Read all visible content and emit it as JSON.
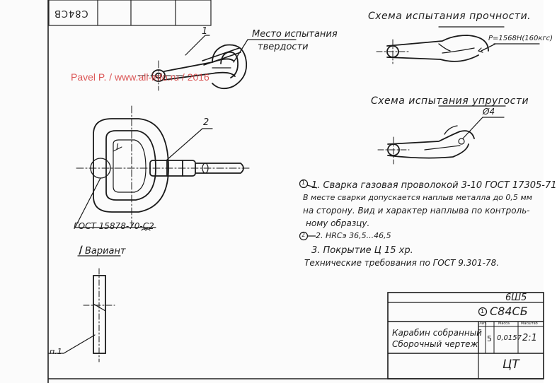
{
  "code_top": "C84CB",
  "watermark": "Pavel P. / www.all-info.ru / 2016",
  "callouts": {
    "part1": "1",
    "part2": "2",
    "hardness_place_1": "Место испытания",
    "hardness_place_2": "твердости",
    "view1": "I",
    "gost_weld": "ГОСТ 15878-70-С2",
    "variant": "I Вариант",
    "ref": "п.1"
  },
  "schemes": {
    "strength_title": "Схема испытания прочности.",
    "strength_load": "Р=1568Н(160кгс)",
    "elastic_title": "Схема испытания упругости",
    "elastic_dia": "Ø4"
  },
  "notes": {
    "n1_marker": "1",
    "n1_line1": "1. Сварка газовая проволокой 3-10 ГОСТ 17305-71",
    "n1_line2": "В месте сварки допускается наплыв металла до 0,5 мм",
    "n1_line3": "на сторону. Вид и характер наплыва по контроль-",
    "n1_line4": "ному образцу.",
    "n2_marker": "2",
    "n2": "2. HRCэ 36,5...46,5",
    "n3": "3. Покрытие Ц 15 хр.",
    "n4": "Технические требования по ГОСТ 9.301-78."
  },
  "title_block": {
    "code": "6Ш5",
    "marker": "1",
    "designation": "С84СБ",
    "name_1": "Карабин собранный",
    "name_2": "Сборочный чертеж",
    "lit": "Лит.",
    "mass": "Масса",
    "scale_hdr": "Масштаб",
    "lit_val": "5",
    "mass_val": "0,0157",
    "scale_val": "2:1",
    "org": "ЦТ"
  }
}
